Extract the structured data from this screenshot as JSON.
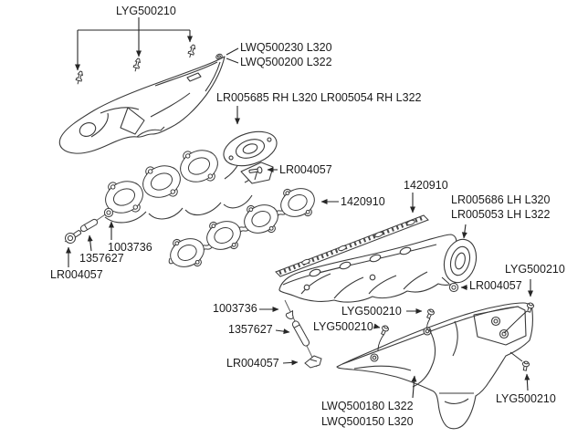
{
  "figure": {
    "kind": "exploded-parts-diagram",
    "line_color": "#3a3a3a",
    "leader_color": "#262626",
    "background": "#ffffff"
  },
  "labels": {
    "clip_top": "LYG500210",
    "shield_bolt_l320": "LWQ500230 L320",
    "shield_bolt_l322": "LWQ500200 L322",
    "rh_manifold": "LR005685 RH L320 LR005054 RH L322",
    "rh_locating_bolt": "LR004057",
    "rh_gasket": "1420910",
    "lh_gasket": "1420910",
    "lh_manifold_l320": "LR005686 LH L320",
    "lh_manifold_l322": "LR005053 LH L322",
    "lyg_right": "LYG500210",
    "lr004057_right": "LR004057",
    "nut_left": "1003736",
    "stud_left": "1357627",
    "bolt_left": "LR004057",
    "nut_mid": "1003736",
    "lyg_mid_upper": "LYG500210",
    "lyg_mid_lower": "LYG500210",
    "stud_mid": "1357627",
    "clamp_mid": "LR004057",
    "lh_shield_l322": "LWQ500180 L322",
    "lh_shield_l320": "LWQ500150 L320",
    "lyg_bottom_right": "LYG500210"
  }
}
